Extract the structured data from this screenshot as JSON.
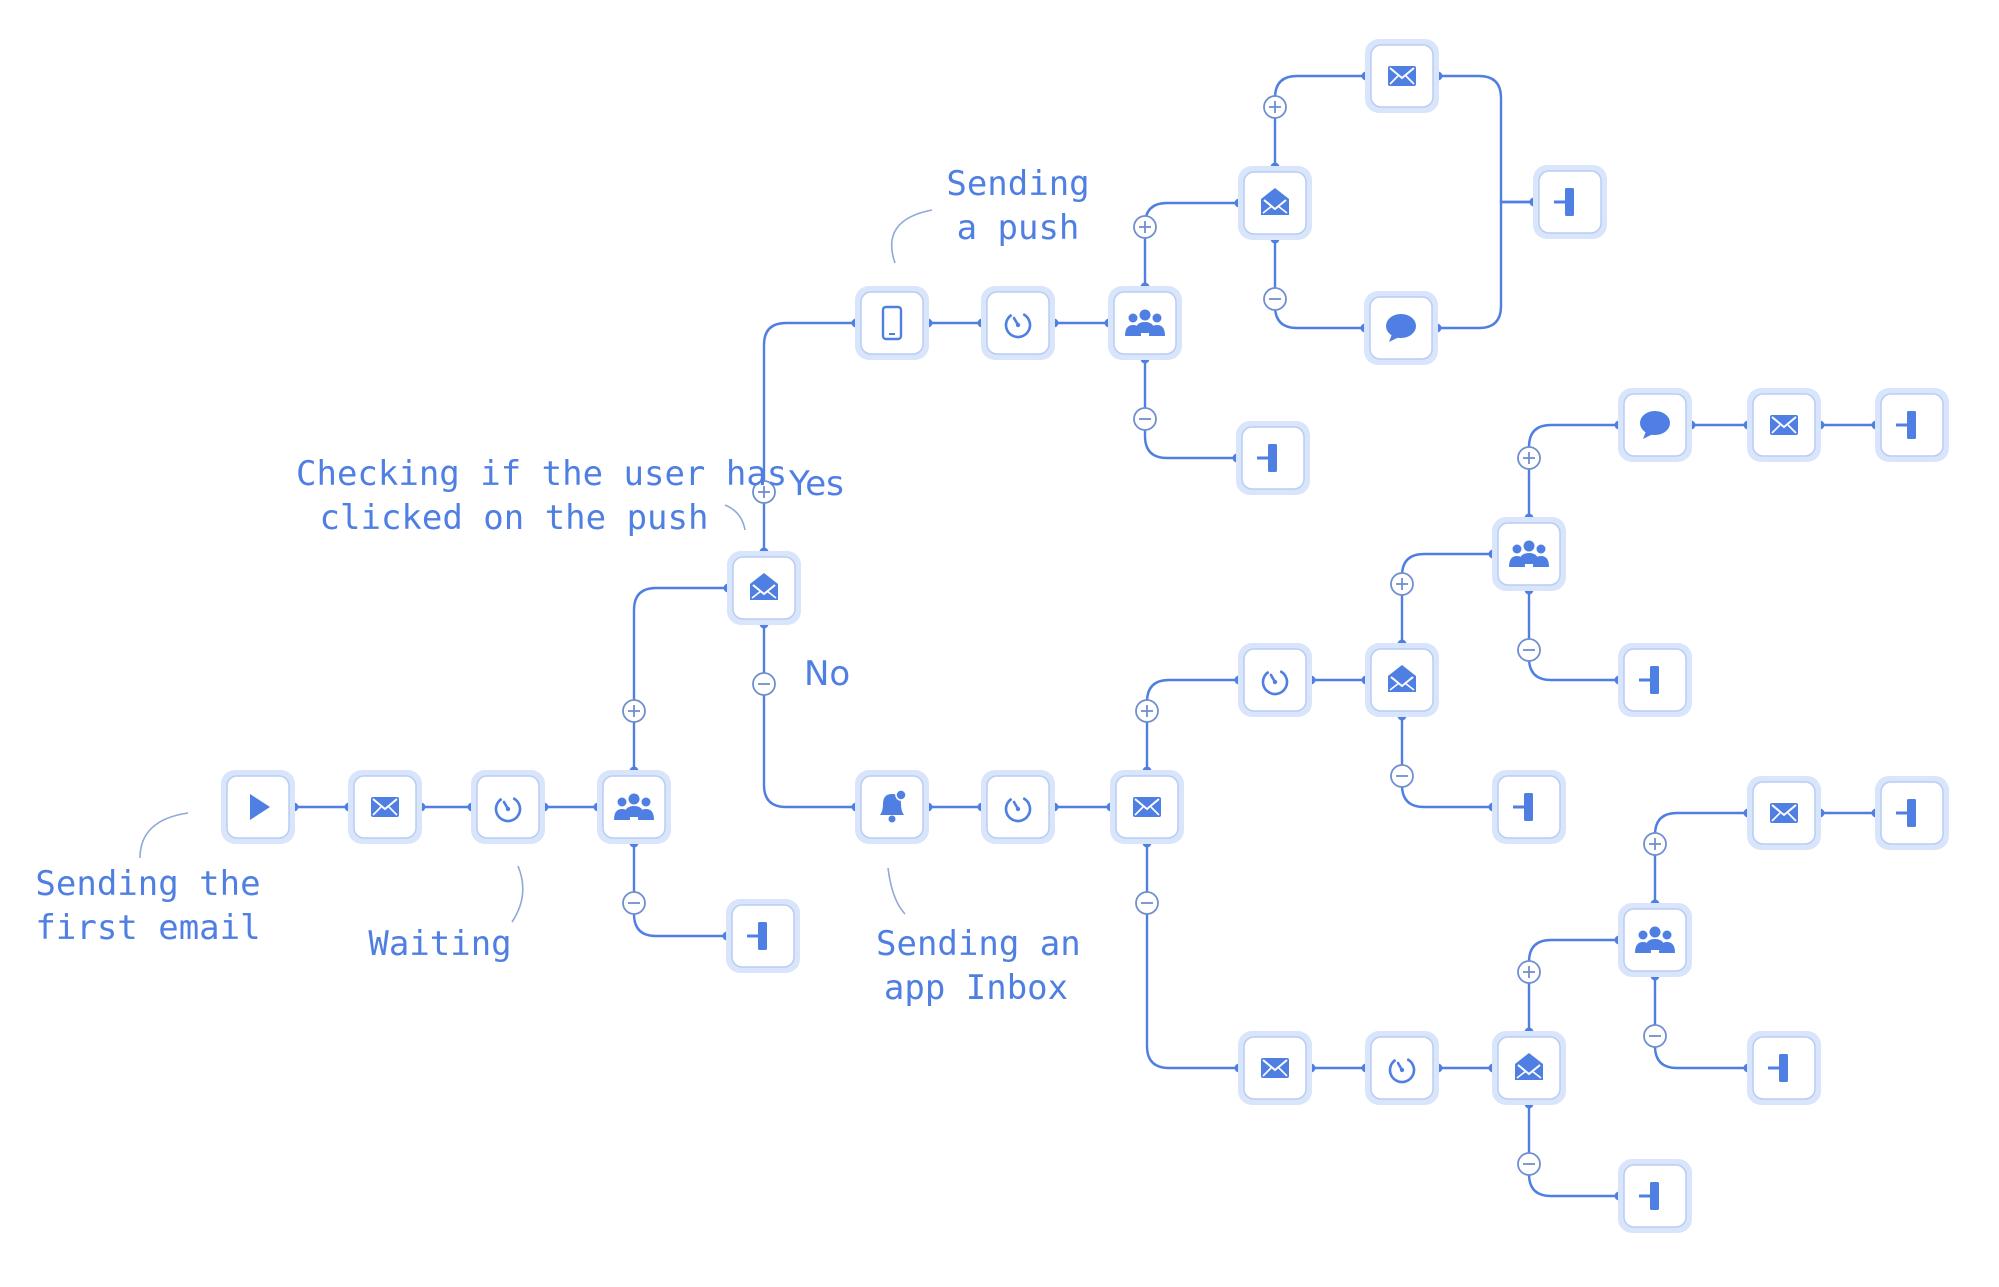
{
  "annotations": {
    "first_email": "Sending the\nfirst email",
    "waiting": "Waiting",
    "checking": "Checking if the user has\nclicked on the push",
    "sending_push": "Sending\na push",
    "app_inbox": "Sending an\napp Inbox"
  },
  "branch_labels": {
    "yes": "Yes",
    "no": "No"
  },
  "colors": {
    "accent": "#4f7fe2",
    "node_bg": "#ffffff",
    "node_glow": "#d8e5fb",
    "line": "#4f7fe2"
  },
  "nodes": [
    {
      "id": "start",
      "icon": "play-icon"
    },
    {
      "id": "email-1",
      "icon": "envelope-icon"
    },
    {
      "id": "wait-1",
      "icon": "timer-icon"
    },
    {
      "id": "segment-1",
      "icon": "users-icon"
    },
    {
      "id": "exit-1",
      "icon": "exit-icon"
    },
    {
      "id": "open-check-1",
      "icon": "open-envelope-icon"
    },
    {
      "id": "push-1",
      "icon": "phone-icon"
    },
    {
      "id": "wait-2",
      "icon": "timer-icon"
    },
    {
      "id": "segment-2",
      "icon": "users-icon"
    },
    {
      "id": "exit-2",
      "icon": "exit-icon"
    },
    {
      "id": "open-check-2",
      "icon": "open-envelope-icon"
    },
    {
      "id": "email-2",
      "icon": "envelope-icon"
    },
    {
      "id": "sms-1",
      "icon": "chat-icon"
    },
    {
      "id": "exit-3",
      "icon": "exit-icon"
    },
    {
      "id": "inbox-1",
      "icon": "bell-icon"
    },
    {
      "id": "wait-3",
      "icon": "timer-icon"
    },
    {
      "id": "email-3",
      "icon": "envelope-icon"
    },
    {
      "id": "wait-4",
      "icon": "timer-icon"
    },
    {
      "id": "open-check-3",
      "icon": "open-envelope-icon"
    },
    {
      "id": "exit-4",
      "icon": "exit-icon"
    },
    {
      "id": "segment-3",
      "icon": "users-icon"
    },
    {
      "id": "exit-5",
      "icon": "exit-icon"
    },
    {
      "id": "sms-2",
      "icon": "chat-icon"
    },
    {
      "id": "email-4",
      "icon": "envelope-icon"
    },
    {
      "id": "exit-6",
      "icon": "exit-icon"
    },
    {
      "id": "email-5",
      "icon": "envelope-icon"
    },
    {
      "id": "wait-5",
      "icon": "timer-icon"
    },
    {
      "id": "open-check-4",
      "icon": "open-envelope-icon"
    },
    {
      "id": "exit-7",
      "icon": "exit-icon"
    },
    {
      "id": "segment-4",
      "icon": "users-icon"
    },
    {
      "id": "exit-8",
      "icon": "exit-icon"
    },
    {
      "id": "email-6",
      "icon": "envelope-icon"
    },
    {
      "id": "exit-9",
      "icon": "exit-icon"
    }
  ]
}
